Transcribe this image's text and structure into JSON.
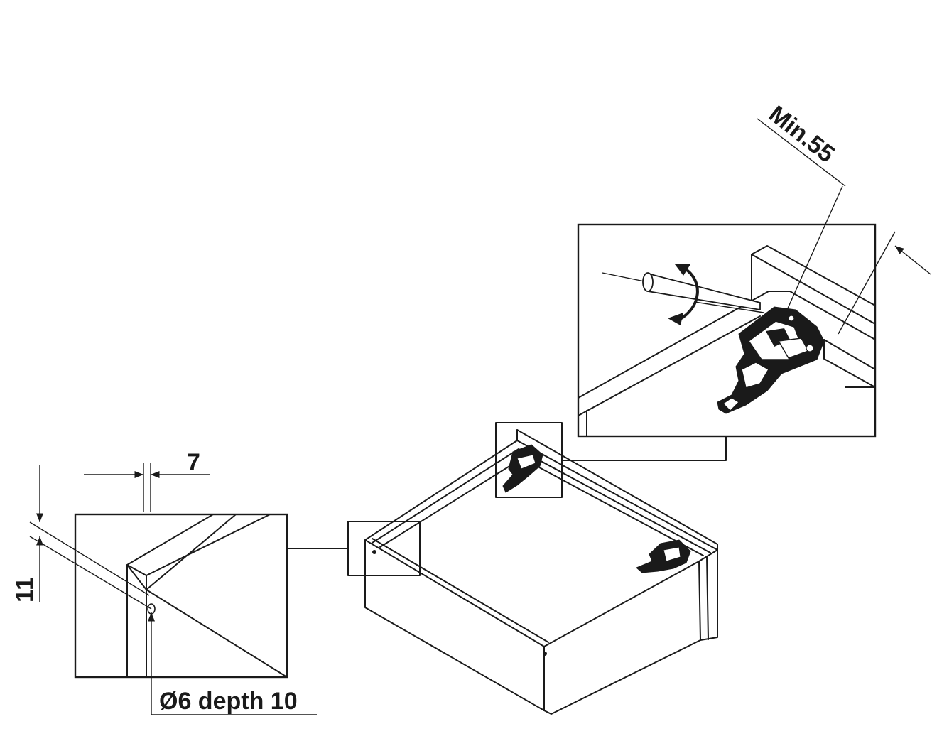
{
  "dimensions": {
    "min_clearance": "Min.55",
    "hole_offset": "7",
    "hole_height": "11",
    "hole_spec": "Ø6 depth 10"
  },
  "colors": {
    "line": "#1a1a1a",
    "background": "#ffffff"
  }
}
